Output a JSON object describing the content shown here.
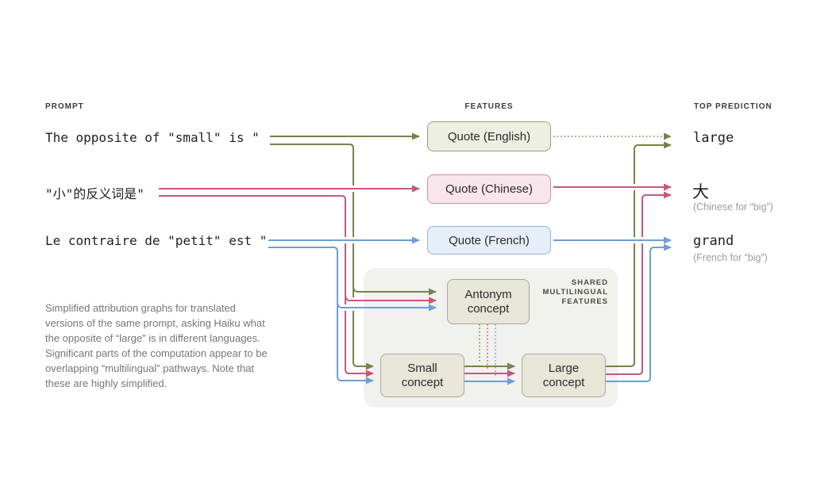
{
  "headers": {
    "prompt": "PROMPT",
    "features": "FEATURES",
    "top_prediction": "TOP PREDICTION"
  },
  "prompts": [
    {
      "text": "The opposite of \"small\" is \""
    },
    {
      "text": "\"小\"的反义词是\""
    },
    {
      "text": "Le contraire de \"petit\" est \""
    }
  ],
  "features": [
    {
      "label": "Quote (English)"
    },
    {
      "label": "Quote (Chinese)"
    },
    {
      "label": "Quote (French)"
    }
  ],
  "shared": {
    "label": "SHARED\nMULTILINGUAL\nFEATURES",
    "concepts": [
      {
        "label": "Antonym\nconcept"
      },
      {
        "label": "Small\nconcept"
      },
      {
        "label": "Large\nconcept"
      }
    ]
  },
  "predictions": [
    {
      "word": "large",
      "note": ""
    },
    {
      "word": "大",
      "note": "(Chinese for “big”)"
    },
    {
      "word": "grand",
      "note": "(French for “big”)"
    }
  ],
  "caption": "Simplified attribution graphs for translated versions of the same prompt, asking Haiku what the opposite of “large” is in different languages. Significant parts of the computation appear to be overlapping “multilingual” pathways. Note that these are highly simplified.",
  "colors": {
    "english": "#75834b",
    "chinese": "#c25a7f",
    "french": "#6d9ed6",
    "english_fill": "#edefe3",
    "english_border": "#99a170",
    "chinese_fill": "#f9e6ec",
    "chinese_border": "#cf8ba5",
    "french_fill": "#e6eef9",
    "french_border": "#93b6e0",
    "concept_fill": "#e8e5d9",
    "concept_border": "#aaa89a",
    "shared_bg": "#f1f1ee"
  }
}
